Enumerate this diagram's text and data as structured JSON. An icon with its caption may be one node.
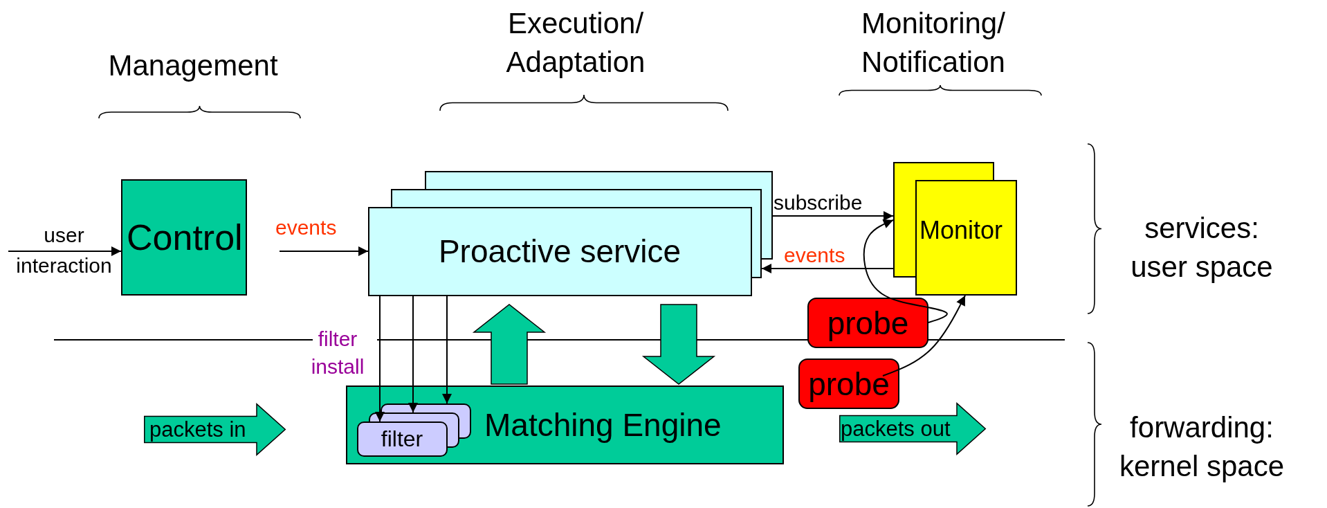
{
  "diagram": {
    "nodes": [
      {
        "text": [
          "Control"
        ]
      },
      {
        "text": [
          "Proactive service"
        ]
      },
      {
        "text": [
          "Monitor"
        ]
      },
      {
        "text": [
          "probe"
        ]
      },
      {
        "text": [
          "probe"
        ]
      },
      {
        "text": [
          "Matching Engine"
        ]
      },
      {
        "text": [
          "filter"
        ],
        "in": 5
      },
      {
        "text": [
          "packets in"
        ]
      },
      {
        "text": [
          "packets out"
        ]
      }
    ],
    "edges": [
      {
        "from": null,
        "to": 0,
        "arrow": "to",
        "label": "user interaction"
      },
      {
        "from": 0,
        "to": 1,
        "arrow": "to",
        "label": "events"
      },
      {
        "from": 1,
        "to": 2,
        "arrow": "to",
        "label": "subscribe"
      },
      {
        "from": 2,
        "to": 1,
        "arrow": "to",
        "label": "events"
      },
      {
        "from": 1,
        "to": 6,
        "arrow": "to",
        "label": "filter install"
      },
      {
        "from": 1,
        "to": 6,
        "arrow": "to"
      },
      {
        "from": 1,
        "to": 6,
        "arrow": "to"
      },
      {
        "from": 5,
        "to": 1,
        "arrow": "to",
        "style": "thick",
        "color": "#00cc99"
      },
      {
        "from": 1,
        "to": 5,
        "arrow": "to",
        "style": "thick",
        "color": "#00cc99"
      },
      {
        "from": 3,
        "to": 2,
        "arrow": "to"
      },
      {
        "from": 4,
        "to": 2,
        "arrow": "to"
      }
    ],
    "labels": [
      "Execution/ Adaptation",
      "Monitoring/ Notification",
      "Management",
      "services: user space",
      "forwarding: kernel space"
    ]
  }
}
